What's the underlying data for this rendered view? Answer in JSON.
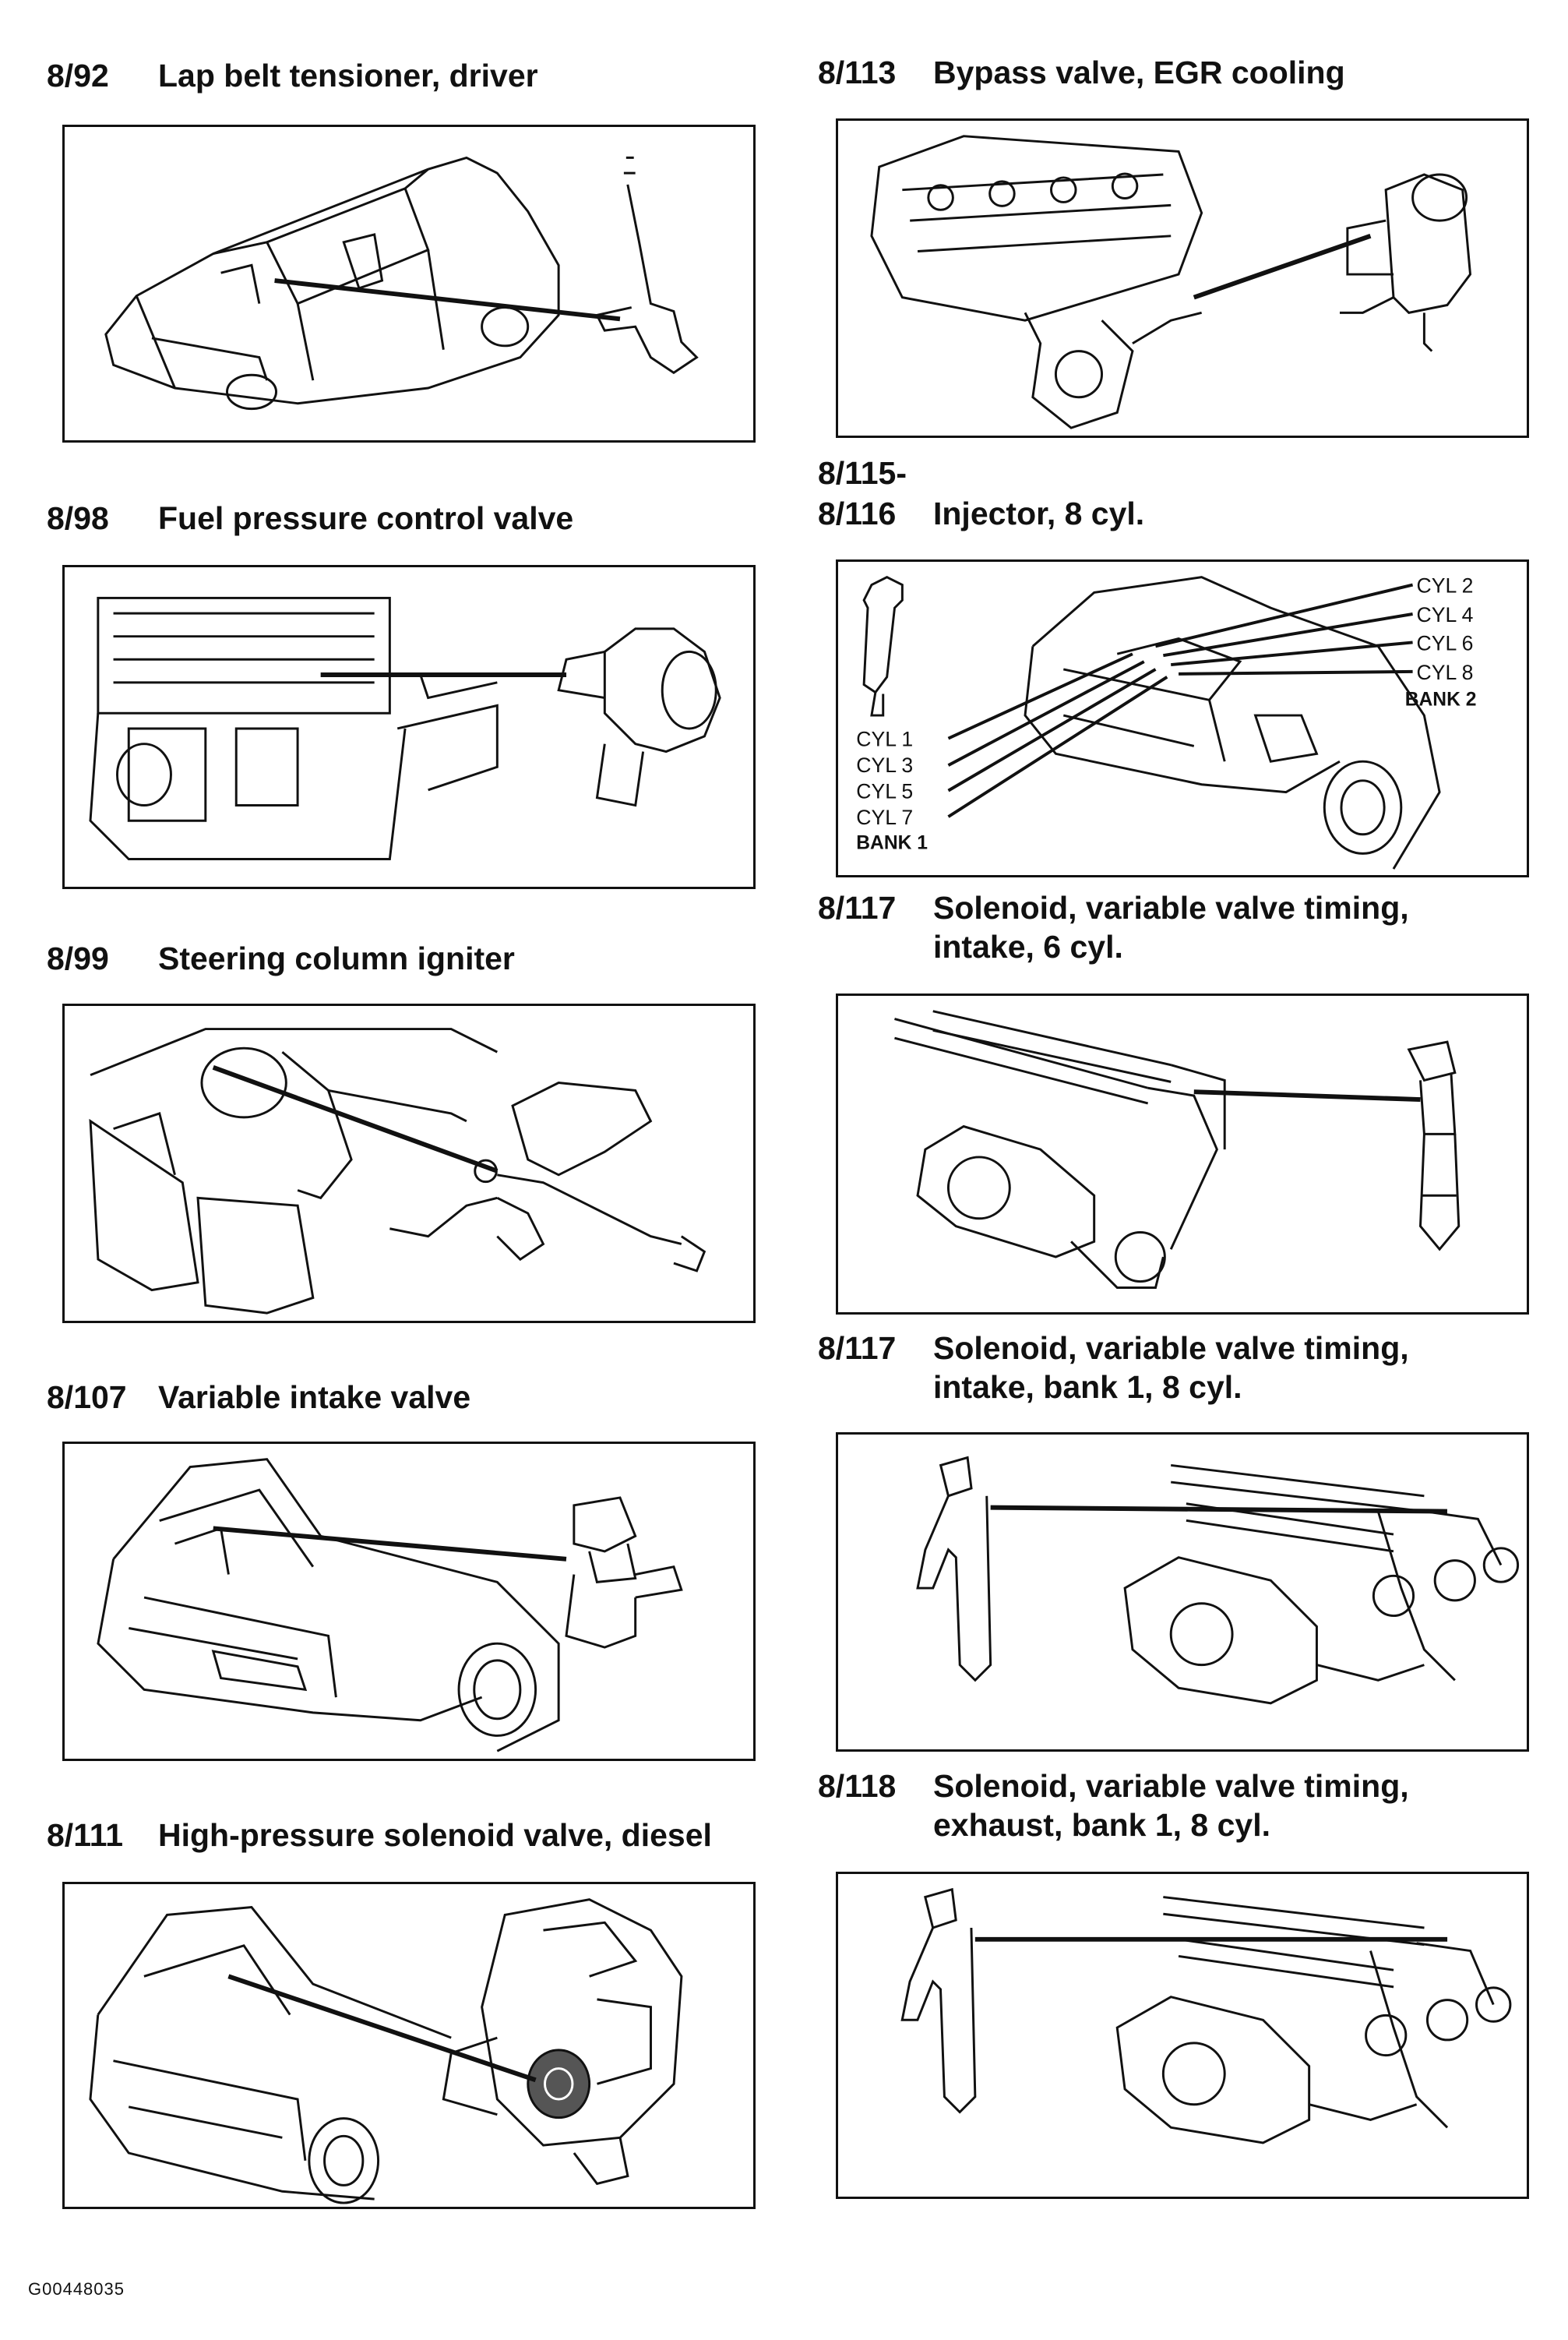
{
  "figure_id": "G00448035",
  "left_items": [
    {
      "code": "8/92",
      "title": "Lap belt tensioner, driver",
      "illustration": "car-with-lap-belt-tensioner"
    },
    {
      "code": "8/98",
      "title": "Fuel pressure control valve",
      "illustration": "engine-with-fuel-pressure-valve"
    },
    {
      "code": "8/99",
      "title": "Steering column igniter",
      "illustration": "interior-with-steering-column"
    },
    {
      "code": "8/107",
      "title": "Variable intake valve",
      "illustration": "car-front-with-intake-valve"
    },
    {
      "code": "8/111",
      "title": "High-pressure solenoid valve, diesel",
      "illustration": "car-front-with-high-pressure-pump"
    }
  ],
  "right_items": [
    {
      "code": "8/113",
      "title": "Bypass valve, EGR cooling",
      "title_line2": "",
      "illustration": "engine-with-bypass-valve"
    },
    {
      "code": "8/115-",
      "code_line2": "8/116",
      "title": "",
      "title_line2": "Injector, 8 cyl.",
      "illustration": "car-front-with-injectors",
      "callouts": {
        "bank1": [
          "CYL 1",
          "CYL 3",
          "CYL 5",
          "CYL 7"
        ],
        "bank1_label": "BANK 1",
        "bank2": [
          "CYL 2",
          "CYL 4",
          "CYL 6",
          "CYL 8"
        ],
        "bank2_label": "BANK 2"
      }
    },
    {
      "code": "8/117",
      "title": "Solenoid, variable valve timing,",
      "title_line2": "intake, 6 cyl.",
      "illustration": "camshafts-with-solenoid-6cyl"
    },
    {
      "code": "8/117",
      "title": "Solenoid, variable valve timing,",
      "title_line2": "intake, bank 1, 8 cyl.",
      "illustration": "camshafts-with-intake-solenoid-8cyl"
    },
    {
      "code": "8/118",
      "title": "Solenoid, variable valve timing,",
      "title_line2": "exhaust, bank 1, 8 cyl.",
      "illustration": "camshafts-with-exhaust-solenoid-8cyl"
    }
  ]
}
